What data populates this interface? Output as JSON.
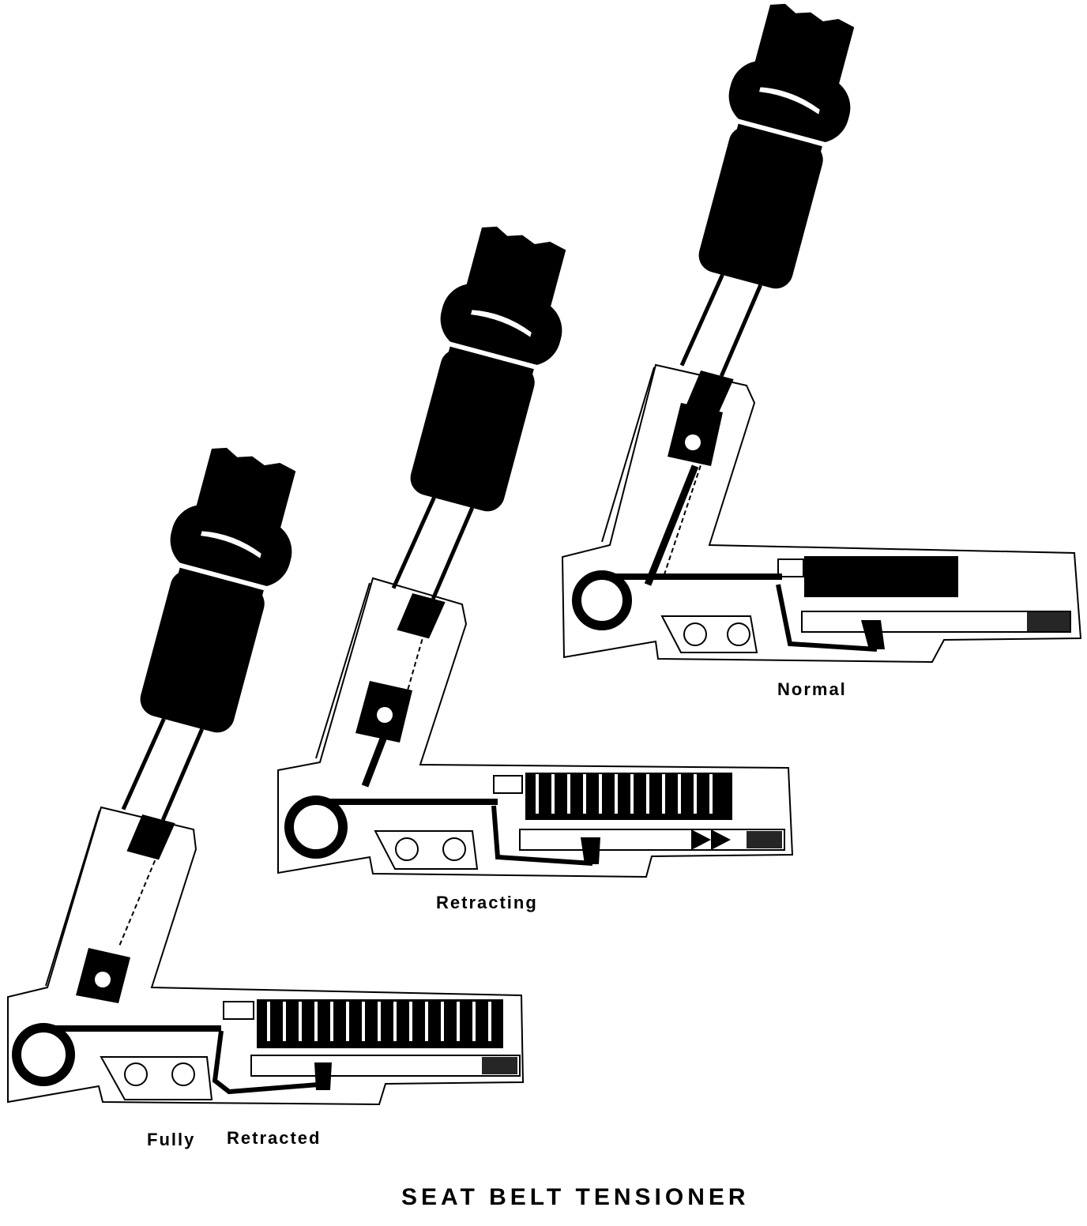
{
  "figure": {
    "title": "SEAT BELT TENSIONER",
    "stages": [
      {
        "id": "normal",
        "label": "Normal"
      },
      {
        "id": "retracting",
        "label": "Retracting"
      },
      {
        "id": "fully-retracted",
        "label_word_1": "Fully",
        "label_word_2": "Retracted"
      }
    ]
  },
  "colors": {
    "ink": "#000000",
    "paper": "#ffffff"
  }
}
